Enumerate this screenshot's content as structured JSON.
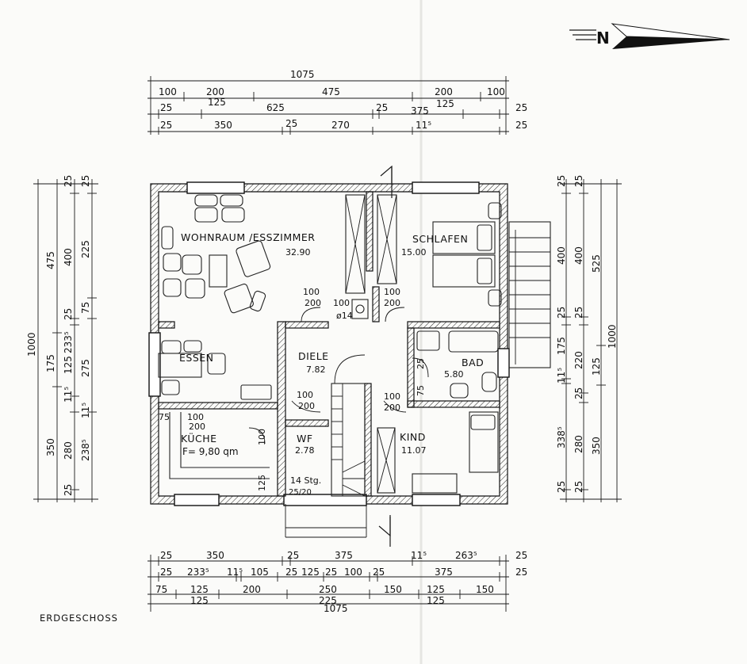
{
  "sheet": {
    "title": "ERDGESCHOSS",
    "north_label": "N"
  },
  "rooms": {
    "wohnraum": {
      "name": "WOHNRAUM /ESSZIMMER",
      "area": "32.90"
    },
    "essen": {
      "name": "ESSEN"
    },
    "schlafen": {
      "name": "SCHLAFEN",
      "area": "15.00"
    },
    "diele": {
      "name": "DIELE",
      "area": "7.82"
    },
    "bad": {
      "name": "BAD",
      "area": "5.80"
    },
    "kueche": {
      "name": "KÜCHE",
      "area": "F= 9,80 qm"
    },
    "wf": {
      "name": "WF",
      "area": "2.78"
    },
    "kind": {
      "name": "KIND",
      "area": "11.07"
    }
  },
  "stair": {
    "text": "14 Stg.",
    "ratio": "25/20"
  },
  "chimney": {
    "label": "ø14"
  },
  "top_dims": {
    "overall": "1075",
    "row1": [
      "100",
      "200",
      "475",
      "200",
      "100"
    ],
    "row2": [
      "25",
      "125",
      "625",
      "25",
      "375",
      "125",
      "25"
    ],
    "row3": [
      "25",
      "350",
      "25",
      "270",
      "11⁵",
      "25"
    ]
  },
  "bottom_dims": {
    "row1": [
      "25",
      "350",
      "25",
      "375",
      "11⁵",
      "263⁵",
      "25"
    ],
    "row2": [
      "25",
      "233⁵",
      "11⁵",
      "105",
      "25",
      "125",
      "25",
      "100",
      "25",
      "375",
      "25"
    ],
    "row3": [
      "75",
      "125",
      "200",
      "250",
      "150",
      "125",
      "150"
    ],
    "row4": [
      "125",
      "225",
      "125"
    ],
    "overall": "1075"
  },
  "left_dims": {
    "overall": "1000",
    "col1": [
      "475",
      "175",
      "350"
    ],
    "col2": [
      "25",
      "400",
      "25",
      "233⁵",
      "125",
      "11⁵",
      "280",
      "25"
    ],
    "col3": [
      "25",
      "225",
      "75",
      "275",
      "11⁵",
      "238⁵"
    ]
  },
  "right_dims": {
    "overall": "1000",
    "col1": [
      "25",
      "400",
      "25",
      "175",
      "11⁵",
      "338⁵",
      "25"
    ],
    "col2": [
      "25",
      "400",
      "25",
      "220",
      "25",
      "280",
      "25"
    ],
    "col3": [
      "525",
      "125",
      "350"
    ]
  },
  "openings": {
    "w1": [
      "100",
      "200"
    ],
    "w2": [
      "100",
      "200"
    ],
    "chimney_w": "100",
    "diele_door": [
      "100",
      "200"
    ],
    "kind_door": [
      "100",
      "200"
    ],
    "kuche_w": [
      "100",
      "200"
    ],
    "kuche_75": "75",
    "kuche_100": "100",
    "wf_125": "125",
    "bad_25": "25",
    "bad_75": "75"
  },
  "colors": {
    "ink": "#111111",
    "paper": "#fbfbf9"
  }
}
